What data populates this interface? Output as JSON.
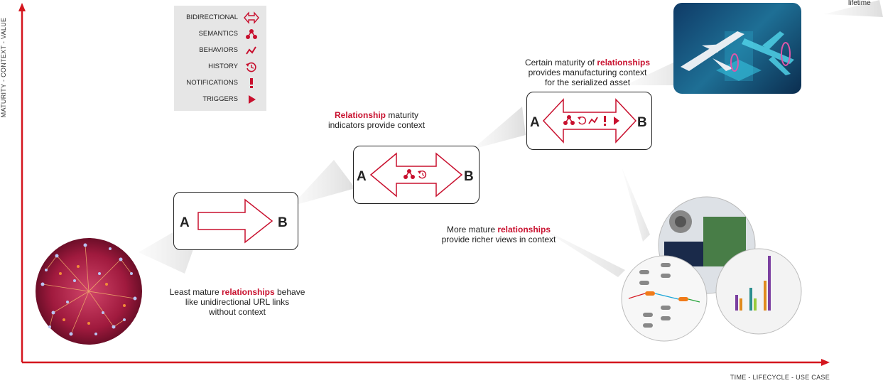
{
  "axes": {
    "y_label": "MATURITY - CONTEXT - VALUE",
    "x_label": "TIME - LIFECYCLE - USE CASE"
  },
  "legend": {
    "items": [
      {
        "label": "BIDIRECTIONAL",
        "icon": "bidirectional-arrow-icon"
      },
      {
        "label": "SEMANTICS",
        "icon": "semantics-icon"
      },
      {
        "label": "BEHAVIORS",
        "icon": "behaviors-icon"
      },
      {
        "label": "HISTORY",
        "icon": "history-icon"
      },
      {
        "label": "NOTIFICATIONS",
        "icon": "notifications-icon"
      },
      {
        "label": "TRIGGERS",
        "icon": "triggers-icon"
      }
    ]
  },
  "stages": [
    {
      "node_a": "A",
      "node_b": "B"
    },
    {
      "node_a": "A",
      "node_b": "B"
    },
    {
      "node_a": "A",
      "node_b": "B"
    }
  ],
  "captions": {
    "least": {
      "pre": "Least mature ",
      "hl": "relationships",
      "post": " behave",
      "line2": "like unidirectional URL links",
      "line3": "without context"
    },
    "maturity": {
      "hl": "Relationship",
      "post": " maturity",
      "line2": "indicators provide context"
    },
    "more": {
      "pre": "More mature ",
      "hl": "relationships",
      "line2": "provide richer views in context"
    },
    "certain": {
      "pre": "Certain maturity of ",
      "hl": "relationships",
      "line2": "provides manufacturing context",
      "line3": "for the serialized asset"
    }
  },
  "lifetime_label": "lifetime",
  "colors": {
    "accent": "#c8102e",
    "axis": "#d4161e",
    "legend_bg": "#e6e6e6"
  }
}
